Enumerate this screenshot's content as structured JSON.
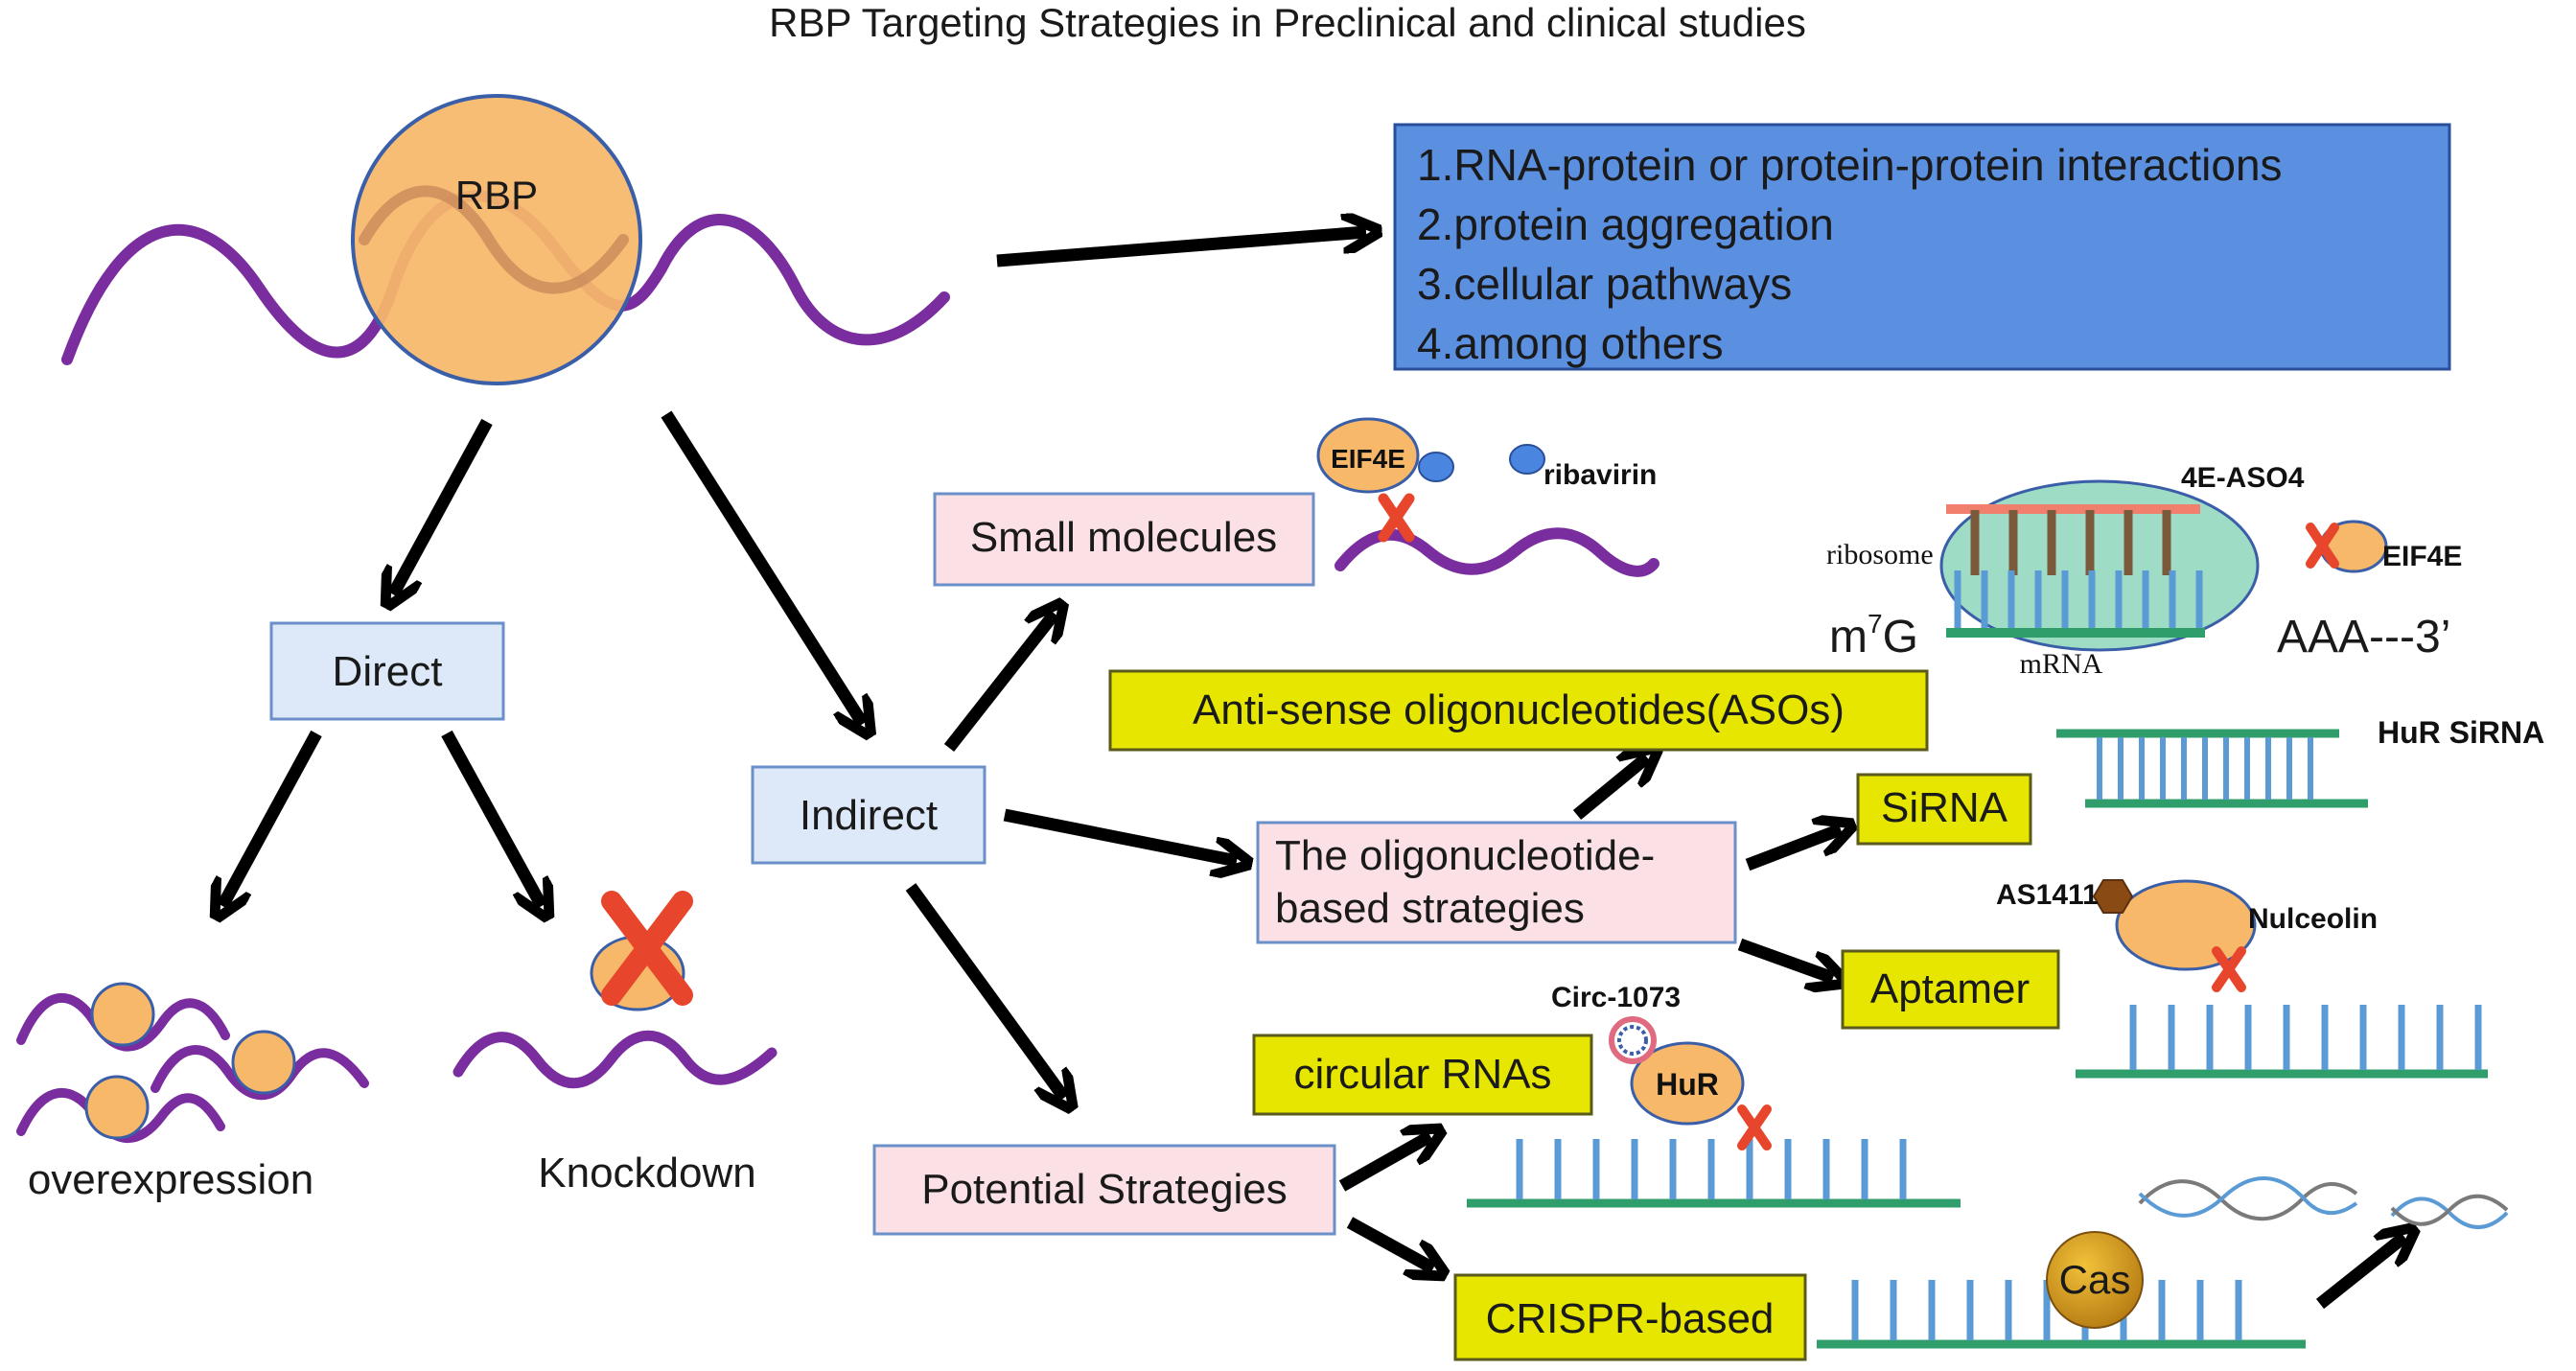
{
  "title": "RBP Targeting Strategies in Preclinical and clinical studies",
  "rbp_label": "RBP",
  "info_box": {
    "lines": [
      "1.RNA-protein or protein-protein interactions",
      "2.protein aggregation",
      "3.cellular pathways",
      "4.among others"
    ]
  },
  "nodes": {
    "direct": "Direct",
    "indirect": "Indirect",
    "small_molecules": "Small molecules",
    "asos": "Anti-sense oligonucleotides(ASOs)",
    "oligo_line1": "The oligonucleotide-",
    "oligo_line2": "based strategies",
    "sirna": "SiRNA",
    "aptamer": "Aptamer",
    "circular_rnas": "circular RNAs",
    "potential": "Potential Strategies",
    "crispr": "CRISPR-based"
  },
  "labels": {
    "overexpression": "overexpression",
    "knockdown": "Knockdown",
    "eif4e": "EIF4E",
    "ribavirin": "ribavirin",
    "aso4": "4E-ASO4",
    "ribosome": "ribosome",
    "eif4e_2": "EIF4E",
    "m7g_base": "m",
    "m7g_sup": "7",
    "m7g_end": "G",
    "aaa": "AAA---3’",
    "mrna": "mRNA",
    "hur_sirna": "HuR SiRNA",
    "as1411": "AS1411",
    "nucleolin": "Nulceolin",
    "circ1073": "Circ-1073",
    "hur": "HuR",
    "cas": "Cas"
  },
  "colors": {
    "rna": "#7a2d9e",
    "rbp_fill": "#f7b86a",
    "pink_box": "#fbe1e6",
    "blue_box": "#dde9f8",
    "yellow_box": "#e6e600",
    "info_box": "#5b8fe0",
    "strand_green": "#2f9e6b",
    "strand_blue": "#5b9bd5",
    "cross_red": "#e8462c",
    "ribosome_fill": "#9fdcc6"
  }
}
